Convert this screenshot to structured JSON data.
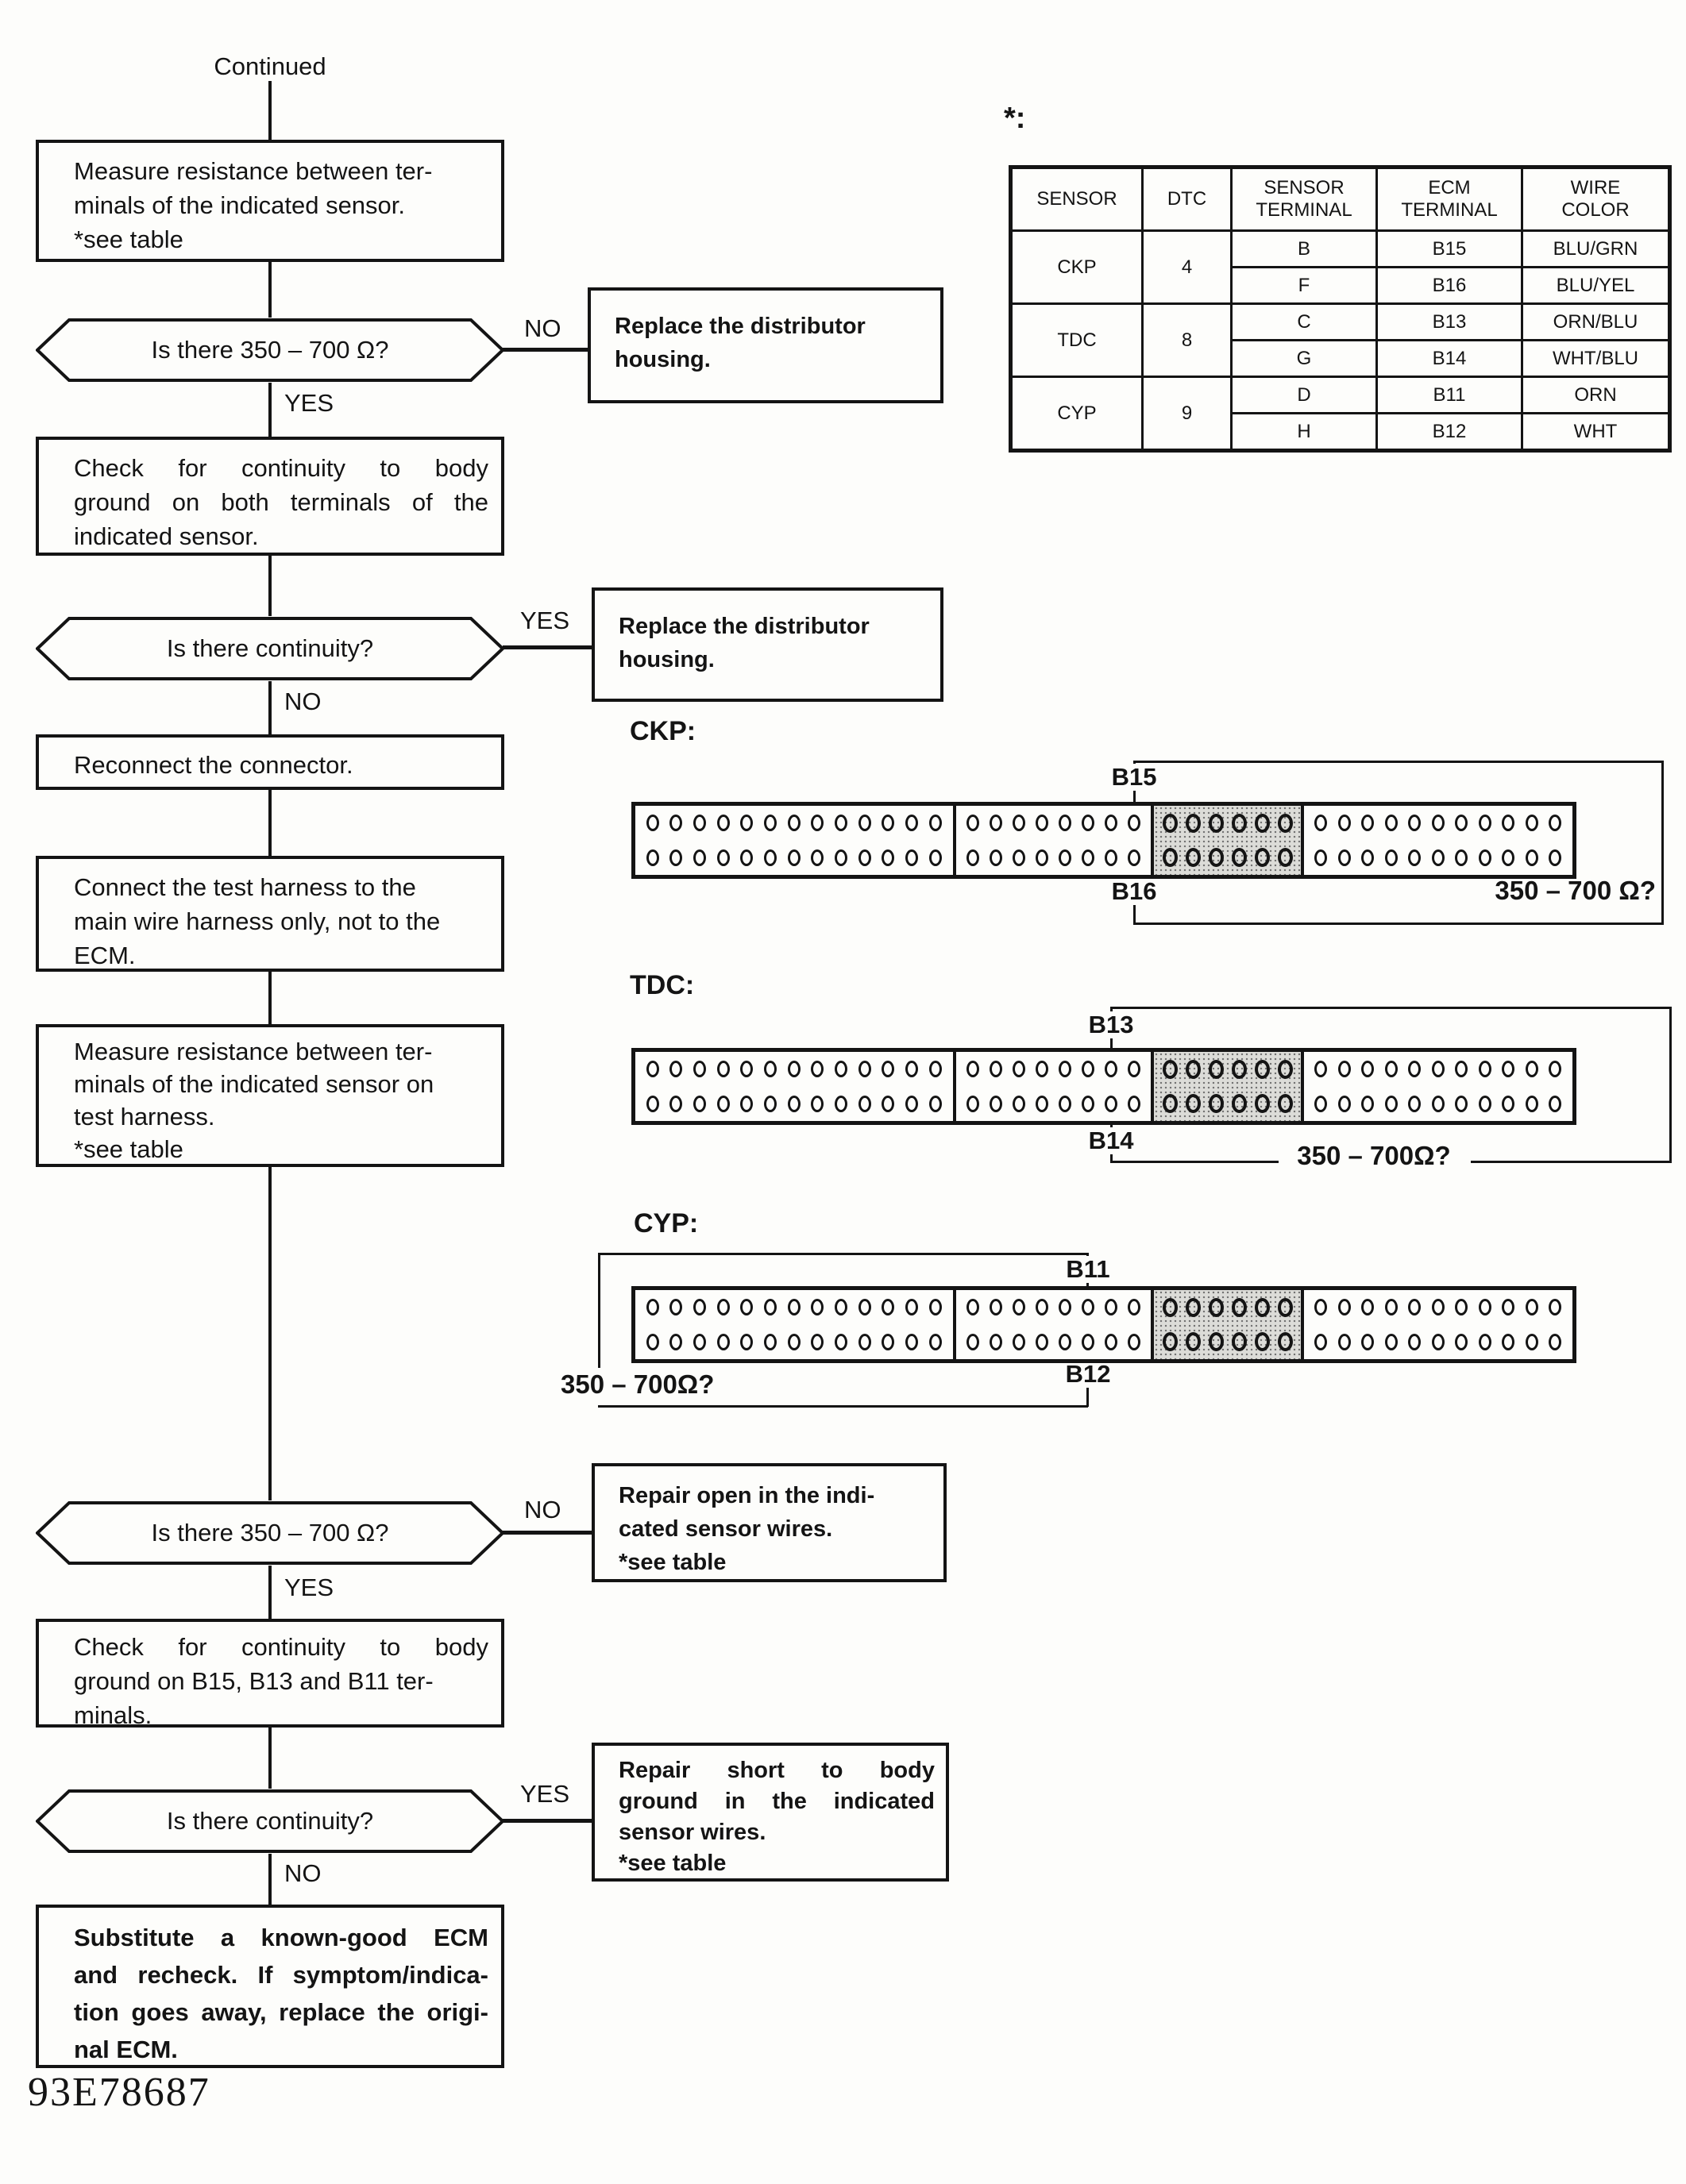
{
  "page": {
    "bg": "#fdfdfb",
    "ink": "#141414"
  },
  "flow": {
    "continued": "Continued",
    "yes": "YES",
    "no": "NO",
    "doc_code": "93E78687",
    "steps": {
      "measure1": {
        "lines": [
          "Measure resistance between ter-",
          "minals of the indicated sensor.",
          "*see table"
        ]
      },
      "q_ohm1": {
        "label": "Is there 350 – 700 Ω?"
      },
      "replace1": {
        "lines": [
          "Replace the distributor",
          "housing."
        ]
      },
      "check_ground": {
        "lines": [
          "Check for continuity to body",
          "ground on both terminals of the",
          "indicated sensor."
        ]
      },
      "q_cont1": {
        "label": "Is there continuity?"
      },
      "replace2": {
        "lines": [
          "Replace the distributor",
          "housing."
        ]
      },
      "reconnect": {
        "lines": [
          "Reconnect the connector."
        ]
      },
      "connect_harness": {
        "lines": [
          "Connect the test harness to the",
          "main wire harness only, not to the",
          "ECM."
        ]
      },
      "measure2": {
        "lines": [
          "Measure resistance between ter-",
          "minals of the indicated sensor on",
          "test harness.",
          "*see table"
        ]
      },
      "q_ohm2": {
        "label": "Is there 350 – 700 Ω?"
      },
      "repair_open": {
        "lines": [
          "Repair open in the indi-",
          "cated sensor wires.",
          "*see table"
        ]
      },
      "check_terminals": {
        "lines": [
          "Check for continuity to body",
          "ground on B15, B13 and B11 ter-",
          "minals."
        ]
      },
      "q_cont2": {
        "label": "Is there continuity?"
      },
      "repair_short": {
        "lines": [
          "Repair short to body",
          "ground in the indicated",
          "sensor wires.",
          "*see table"
        ]
      },
      "substitute": {
        "lines": [
          "Substitute a known-good ECM",
          "and recheck. If symptom/indica-",
          "tion goes away, replace the origi-",
          "nal ECM."
        ]
      }
    }
  },
  "table": {
    "note": "*:",
    "headers": [
      {
        "l1": "SENSOR",
        "l2": ""
      },
      {
        "l1": "DTC",
        "l2": ""
      },
      {
        "l1": "SENSOR",
        "l2": "TERMINAL"
      },
      {
        "l1": "ECM",
        "l2": "TERMINAL"
      },
      {
        "l1": "WIRE",
        "l2": "COLOR"
      }
    ],
    "groups": [
      {
        "sensor": "CKP",
        "dtc": "4",
        "rows": [
          {
            "terminal": "B",
            "ecm": "B15",
            "wire": "BLU/GRN"
          },
          {
            "terminal": "F",
            "ecm": "B16",
            "wire": "BLU/YEL"
          }
        ]
      },
      {
        "sensor": "TDC",
        "dtc": "8",
        "rows": [
          {
            "terminal": "C",
            "ecm": "B13",
            "wire": "ORN/BLU"
          },
          {
            "terminal": "G",
            "ecm": "B14",
            "wire": "WHT/BLU"
          }
        ]
      },
      {
        "sensor": "CYP",
        "dtc": "9",
        "rows": [
          {
            "terminal": "D",
            "ecm": "B11",
            "wire": "ORN"
          },
          {
            "terminal": "H",
            "ecm": "B12",
            "wire": "WHT"
          }
        ]
      }
    ]
  },
  "connectors": {
    "sections": [
      {
        "pins": 13
      },
      {
        "pins": 8
      },
      {
        "pins": 6,
        "shaded": true
      },
      {
        "pins": 11
      }
    ],
    "items": [
      {
        "title": "CKP:",
        "top_label": "B15",
        "bottom_label": "B16",
        "ohm": "350 – 700 Ω?"
      },
      {
        "title": "TDC:",
        "top_label": "B13",
        "bottom_label": "B14",
        "ohm": "350 – 700Ω?"
      },
      {
        "title": "CYP:",
        "top_label": "B11",
        "bottom_label": "B12",
        "ohm": "350 – 700Ω?"
      }
    ]
  }
}
